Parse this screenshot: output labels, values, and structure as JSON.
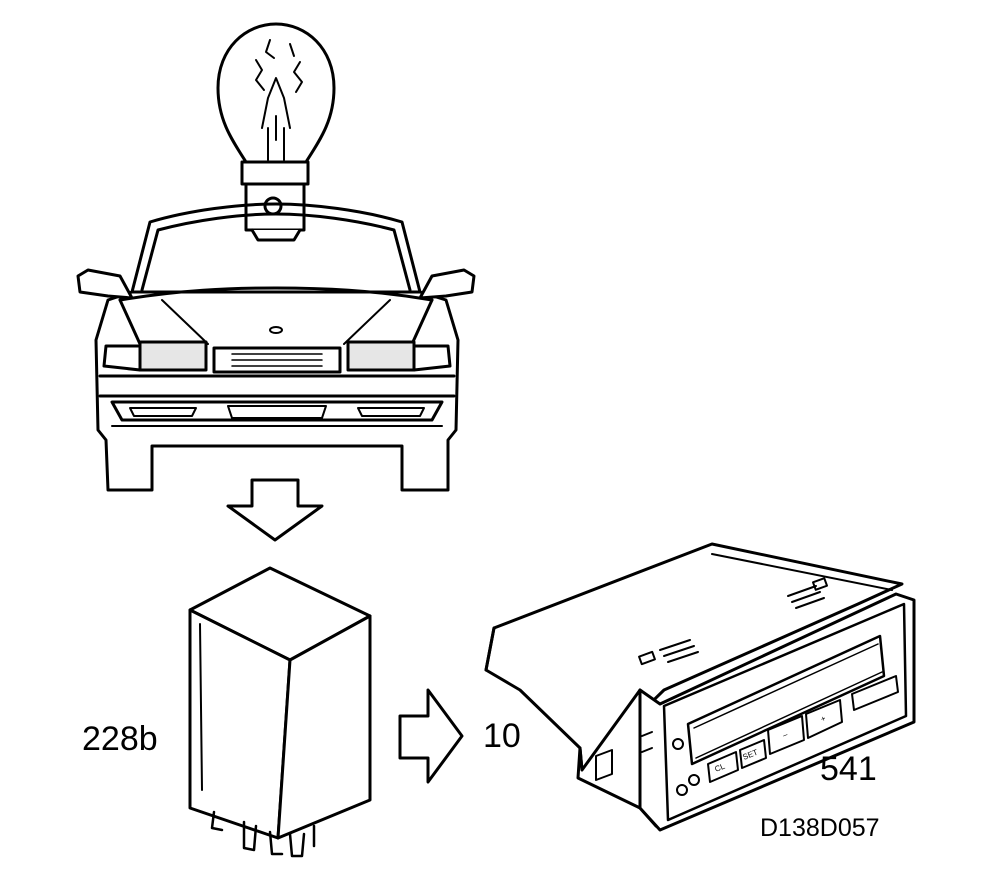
{
  "labels": {
    "relay_number": "228b",
    "pin_number": "10",
    "unit_number": "541",
    "figure_code": "D138D057"
  },
  "unit_buttons": [
    "CL",
    "SET",
    "–",
    "+"
  ],
  "colors": {
    "line": "#000000",
    "background": "#ffffff"
  },
  "icons": [
    "light-bulb-icon",
    "car-front-icon",
    "arrow-down-icon",
    "relay-icon",
    "arrow-right-icon",
    "sid-unit-icon"
  ]
}
